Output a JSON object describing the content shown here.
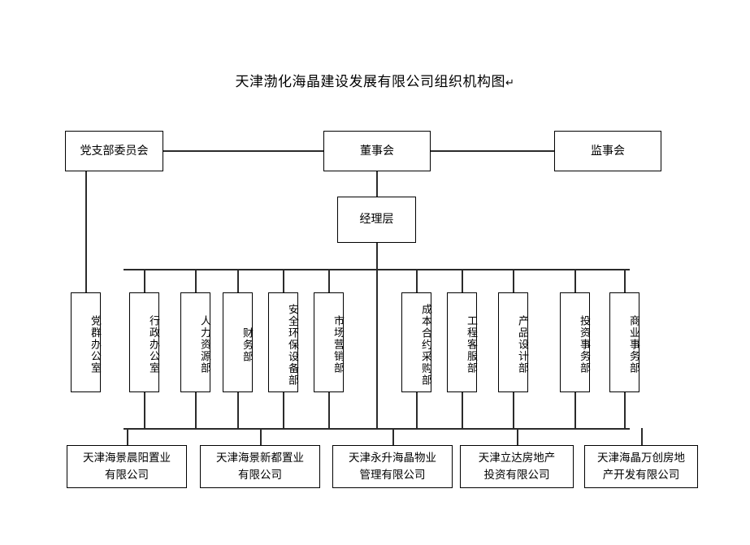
{
  "title": {
    "text": "天津渤化海晶建设发展有限公司组织机构图",
    "mark": "↵"
  },
  "nodes": {
    "party_committee": "党支部委员会",
    "board_of_directors": "董事会",
    "board_of_supervisors": "监事会",
    "management_layer": "经理层"
  },
  "departments": [
    {
      "id": "party-mass-office",
      "label": "党群办公室"
    },
    {
      "id": "administrative-office",
      "label": "行政办公室"
    },
    {
      "id": "human-resources",
      "label": "人力资源部"
    },
    {
      "id": "finance",
      "label": "财务部"
    },
    {
      "id": "safety-environment-equipment",
      "label": "安全环保设备部"
    },
    {
      "id": "marketing",
      "label": "市场营销部"
    },
    {
      "id": "cost-contract-procurement",
      "label": "成本合约采购部"
    },
    {
      "id": "engineering-customer-service",
      "label": "工程客服部"
    },
    {
      "id": "product-design",
      "label": "产品设计部"
    },
    {
      "id": "investment-affairs",
      "label": "投资事务部"
    },
    {
      "id": "commercial-affairs",
      "label": "商业事务部"
    }
  ],
  "subsidiaries": [
    {
      "id": "haijing-chenyang",
      "line1": "天津海景晨阳置业",
      "line2": "有限公司"
    },
    {
      "id": "haijing-xindu",
      "line1": "天津海景新都置业",
      "line2": "有限公司"
    },
    {
      "id": "yongsheng-haijing",
      "line1": "天津永升海晶物业",
      "line2": "管理有限公司"
    },
    {
      "id": "lida-real-estate",
      "line1": "天津立达房地产",
      "line2": "投资有限公司"
    },
    {
      "id": "haijing-wanchuang",
      "line1": "天津海晶万创房地",
      "line2": "产开发有限公司"
    }
  ],
  "colors": {
    "background": "#ffffff",
    "stroke": "#000000",
    "connector": "#2b2b2b",
    "text": "#000000"
  }
}
